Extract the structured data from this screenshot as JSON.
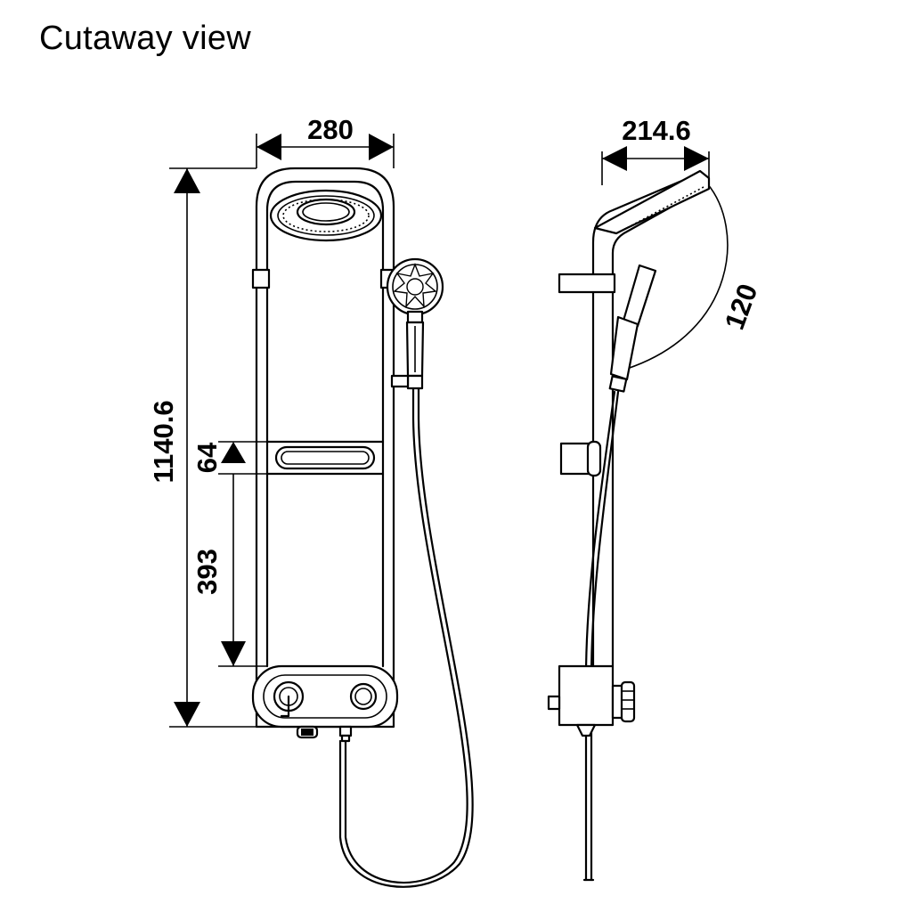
{
  "title": "Cutaway view",
  "dimensions": {
    "front_width": "280",
    "total_height": "1140.6",
    "shelf_height": "64",
    "lower_height": "393",
    "side_projection": "214.6",
    "head_diameter": "120"
  }
}
